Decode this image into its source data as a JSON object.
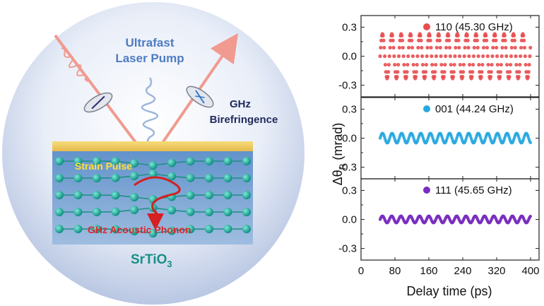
{
  "schematic": {
    "pump_label_line1": "Ultrafast",
    "pump_label_line2": "Laser Pump",
    "birefringence_line1": "GHz",
    "birefringence_line2": "Birefringence",
    "strain_label": "Strain Pulse",
    "phonon_label": "GHz Acoustic  Phonon",
    "material_main": "SrTiO",
    "material_sub": "3",
    "colors": {
      "beam": "#f19a90",
      "pump": "#9fb6dc",
      "lattice": "#16a99a",
      "cap": "#f0cf63",
      "phonon": "#d42020",
      "pump_text": "#4e7cc2",
      "material_text": "#1a8f86"
    }
  },
  "chart_data": [
    {
      "type": "scatter",
      "legend": "110 (45.30 GHz)",
      "marker_color": "#e84e50",
      "frequency_ghz": 45.3,
      "x_range": [
        45,
        400
      ],
      "amplitude": 0.23,
      "ylim": [
        -0.42,
        0.42
      ],
      "yticks": [
        "0.3",
        "0.0",
        "-0.3"
      ]
    },
    {
      "type": "scatter",
      "legend": "001 (44.24 GHz)",
      "marker_color": "#29a8df",
      "frequency_ghz": 44.24,
      "x_range": [
        45,
        400
      ],
      "amplitude": 0.05,
      "ylim": [
        -0.42,
        0.42
      ],
      "yticks": [
        "0.3",
        "0.0",
        "-0.3"
      ]
    },
    {
      "type": "scatter",
      "legend": "111 (45.65 GHz)",
      "marker_color": "#7a2dbf",
      "frequency_ghz": 45.65,
      "x_range": [
        45,
        400
      ],
      "amplitude": 0.035,
      "ylim": [
        -0.42,
        0.42
      ],
      "yticks": [
        "0.3",
        "0.0",
        "-0.3"
      ]
    }
  ],
  "axes": {
    "ylabel_main": "Δθ",
    "ylabel_sub": "R",
    "ylabel_unit": " (mrad)",
    "xlabel": "Delay time (ps)",
    "xlim": [
      0,
      420
    ],
    "xticks": [
      0,
      80,
      160,
      240,
      320,
      400
    ]
  }
}
